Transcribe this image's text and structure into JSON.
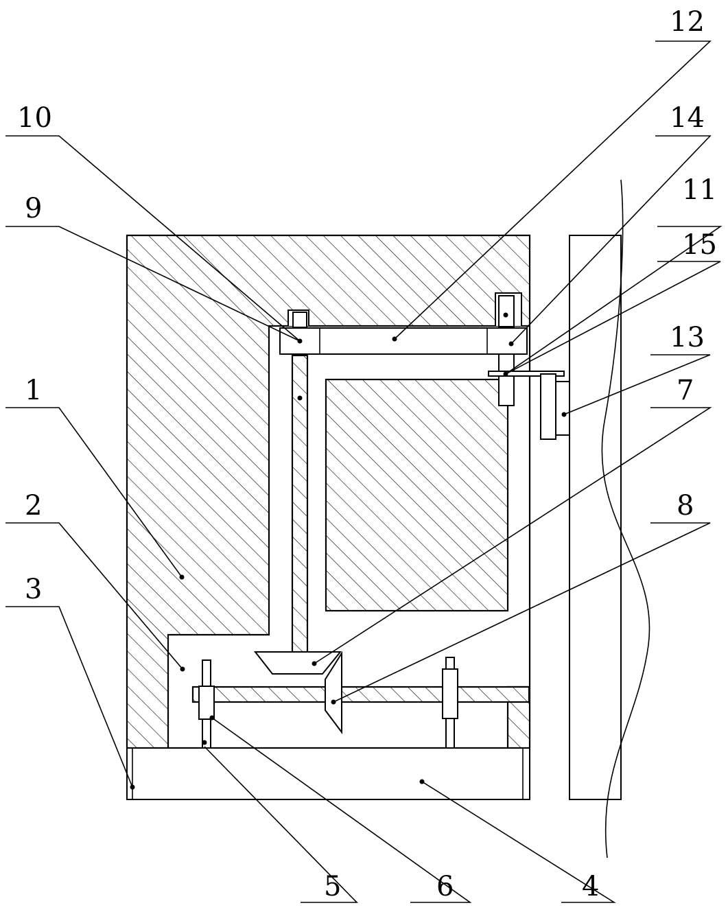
{
  "figure": {
    "callouts": [
      {
        "id": "1",
        "text": "1"
      },
      {
        "id": "2",
        "text": "2"
      },
      {
        "id": "3",
        "text": "3"
      },
      {
        "id": "4",
        "text": "4"
      },
      {
        "id": "5",
        "text": "5"
      },
      {
        "id": "6",
        "text": "6"
      },
      {
        "id": "7",
        "text": "7"
      },
      {
        "id": "8",
        "text": "8"
      },
      {
        "id": "9",
        "text": "9"
      },
      {
        "id": "10",
        "text": "10"
      },
      {
        "id": "11",
        "text": "11"
      },
      {
        "id": "12",
        "text": "12"
      },
      {
        "id": "13",
        "text": "13"
      },
      {
        "id": "14",
        "text": "14"
      },
      {
        "id": "15",
        "text": "15"
      }
    ]
  },
  "colors": {
    "line": "#000000",
    "background": "#ffffff"
  }
}
